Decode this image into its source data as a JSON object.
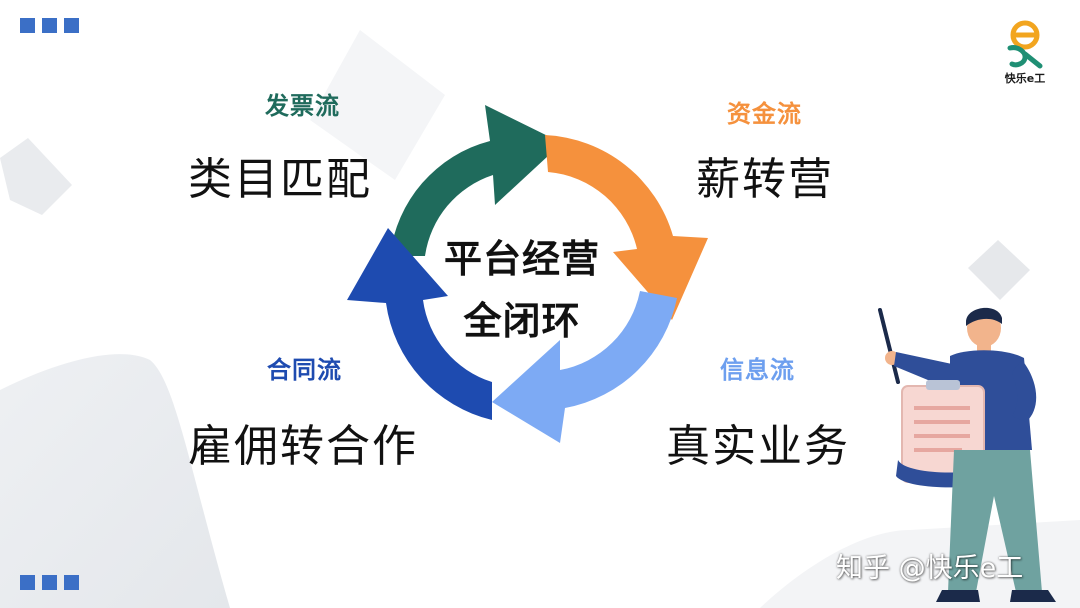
{
  "diagram": {
    "center_line1": "平台经营",
    "center_line2": "全闭环",
    "flows": {
      "invoice": {
        "label": "发票流",
        "text": "类目匹配",
        "color": "#1f6b5c"
      },
      "capital": {
        "label": "资金流",
        "text": "薪转营",
        "color": "#f5913d"
      },
      "info": {
        "label": "信息流",
        "text": "真实业务",
        "color": "#6d9fef"
      },
      "contract": {
        "label": "合同流",
        "text": "雇佣转合作",
        "color": "#1e4bb0"
      }
    }
  },
  "brand": {
    "logo_text": "快乐e工",
    "watermark": "知乎 @快乐e工"
  },
  "colors": {
    "arrow_teal": "#1f6b5c",
    "arrow_orange": "#f5913d",
    "arrow_lightblue": "#7daaf4",
    "arrow_blue": "#1e4bb0",
    "accent_square": "#3b6fc6"
  }
}
